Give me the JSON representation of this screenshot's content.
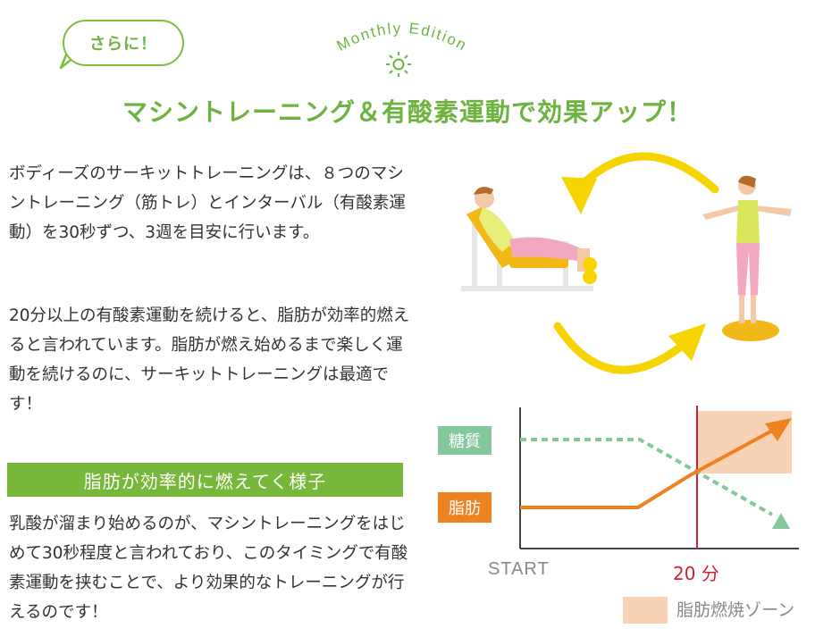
{
  "header": {
    "bubble_text": "さらに！",
    "edition_label": "Monthly Edition",
    "main_title": "マシントレーニング＆有酸素運動で効果アップ！",
    "sun_icon": "sun-icon"
  },
  "body": {
    "paragraph_1": "ボディーズのサーキットトレーニングは、８つのマシントレーニング（筋トレ）とインターバル（有酸素運動）を30秒ずつ、3週を目安に行います。",
    "paragraph_2": "20分以上の有酸素運動を続けると、脂肪が効率的燃えると言われています。脂肪が燃え始めるまで楽しく運動を続けるのに、サーキットトレーニングは最適です！",
    "section_heading": "脂肪が効率的に燃えてく様子",
    "paragraph_3": "乳酸が溜まり始めるのが、マシントレーニングをはじめて30秒程度と言われており、このタイミングで有酸素運動を挟むことで、より効果的なトレーニングが行えるのです！"
  },
  "colors": {
    "title_green": "#6db33f",
    "bar_green": "#77b83a",
    "sugar_green": "#82c89a",
    "fat_orange": "#ef8220",
    "marker_red": "#d02030",
    "zone_peach": "#f8d2b4",
    "arrow_yellow": "#f5d400"
  },
  "chart_data": {
    "type": "line",
    "x_tick_labels": [
      "START",
      "20 分"
    ],
    "legend": "脂肪燃焼ゾーン",
    "series": [
      {
        "name": "糖質",
        "style": "dashed",
        "color": "#82c89a",
        "trend": "flat then falling after midpoint, ending with triangle marker"
      },
      {
        "name": "脂肪",
        "style": "solid",
        "color": "#ef8220",
        "trend": "flat then rising, ending with arrow"
      }
    ],
    "grid": false
  }
}
